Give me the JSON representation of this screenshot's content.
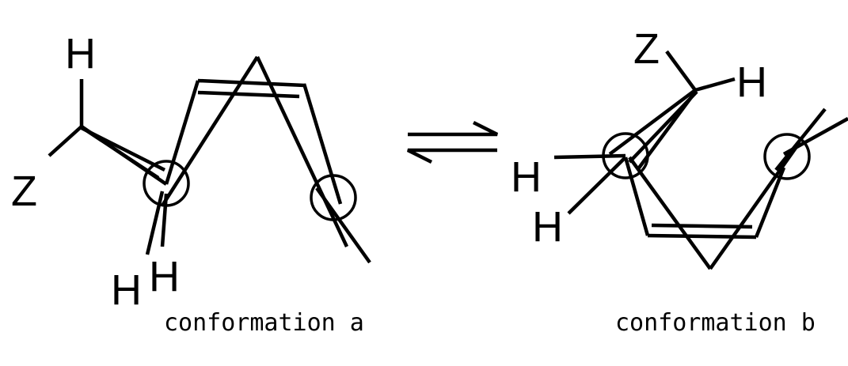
{
  "conformation_a": {
    "atoms": {
      "h_top": "H",
      "z": "Z",
      "h_bottom_left": "H",
      "h_bottom_right": "H"
    },
    "caption": "conformation a"
  },
  "equilibrium_symbol": "⇌",
  "conformation_b": {
    "atoms": {
      "z": "Z",
      "h_top": "H",
      "h_left_upper": "H",
      "h_left_lower": "H"
    },
    "caption": "conformation b"
  }
}
